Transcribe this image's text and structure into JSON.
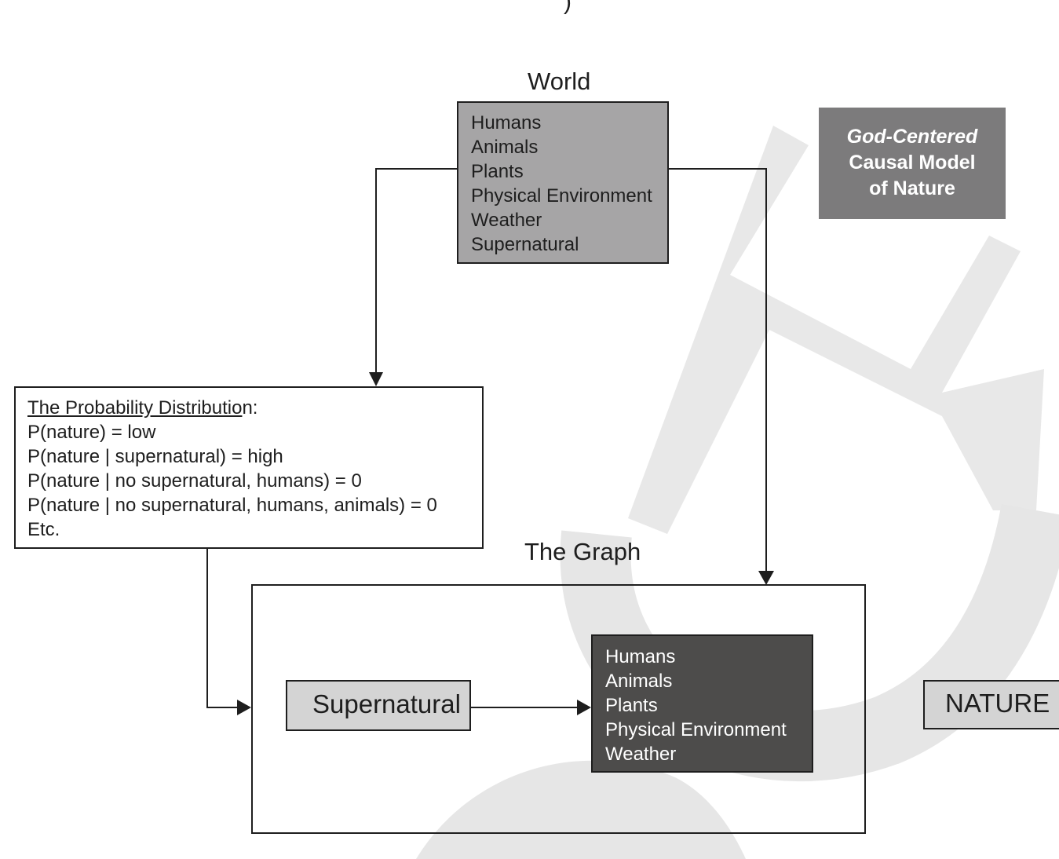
{
  "top_fragment": ")",
  "world": {
    "title": "World",
    "items": [
      "Humans",
      "Animals",
      "Plants",
      "Physical Environment",
      "Weather",
      "Supernatural"
    ]
  },
  "model_label": {
    "line1": "God-Centered",
    "line2": "Causal Model",
    "line3": "of Nature"
  },
  "probability": {
    "heading_underlined": "The Probability Distributio",
    "heading_rest": "n:",
    "lines": [
      "P(nature) = low",
      "P(nature | supernatural) = high",
      "P(nature | no supernatural, humans) = 0",
      "P(nature | no supernatural, humans, animals) = 0",
      "Etc."
    ]
  },
  "graph": {
    "title": "The Graph",
    "supernatural_label": "Supernatural",
    "items": [
      "Humans",
      "Animals",
      "Plants",
      "Physical Environment",
      "Weather"
    ]
  },
  "nature_label": "NATURE",
  "colors": {
    "world_box": "#a6a5a6",
    "model_box": "#7c7b7c",
    "supernatural_box": "#d4d4d4",
    "graph_inner_box": "#4d4c4b",
    "watermark": "#e6e6e6"
  }
}
